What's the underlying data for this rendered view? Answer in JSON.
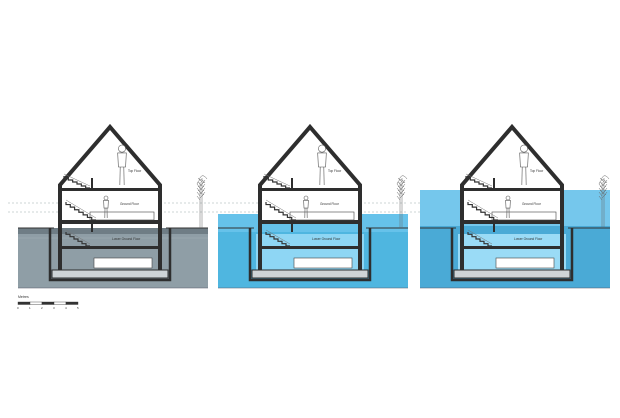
{
  "panels": [
    {
      "id": "dry",
      "water": "none",
      "colors": {
        "ground": "#8f9ea6",
        "groundDark": "#7b8a92",
        "water": null,
        "waterLight": null
      },
      "labels": {
        "top": "Top Floor",
        "mid": "Ground Floor",
        "low": "Lower Ground Floor"
      }
    },
    {
      "id": "flooded-ground",
      "water": "ground",
      "colors": {
        "ground": "#4fb6e0",
        "groundDark": "#3fa6d4",
        "water": "#6cc6ec",
        "waterLight": "#8ed6f4"
      },
      "labels": {
        "top": "Top Floor",
        "mid": "Ground Floor",
        "low": "Lower Ground Floor"
      }
    },
    {
      "id": "flooded-high",
      "water": "high",
      "colors": {
        "ground": "#4aaad6",
        "groundDark": "#3c9cca",
        "water": "#7ccdf0",
        "waterLight": "#9adbf6"
      },
      "labels": {
        "top": "Top Floor",
        "mid": "Ground Floor",
        "low": "Lower Ground Floor"
      }
    }
  ],
  "scale": {
    "label": "Metres",
    "ticks": [
      "0",
      "1",
      "2",
      "3",
      "4",
      "5"
    ]
  },
  "icons": [
    "human-figure-icon",
    "stair-icon",
    "tree-icon"
  ]
}
